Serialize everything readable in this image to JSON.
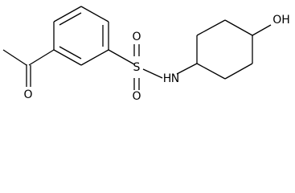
{
  "atoms": {
    "carbonyl_oxygen": "O",
    "sulfur": "S",
    "sulfonyl_oxygen_top": "O",
    "sulfonyl_oxygen_bottom": "O",
    "amide_nitrogen": "N",
    "amide_hydrogen": "H",
    "hydroxyl": "OH"
  },
  "colors": {
    "bond": "#000000",
    "label": "#000000",
    "background": "#ffffff"
  }
}
